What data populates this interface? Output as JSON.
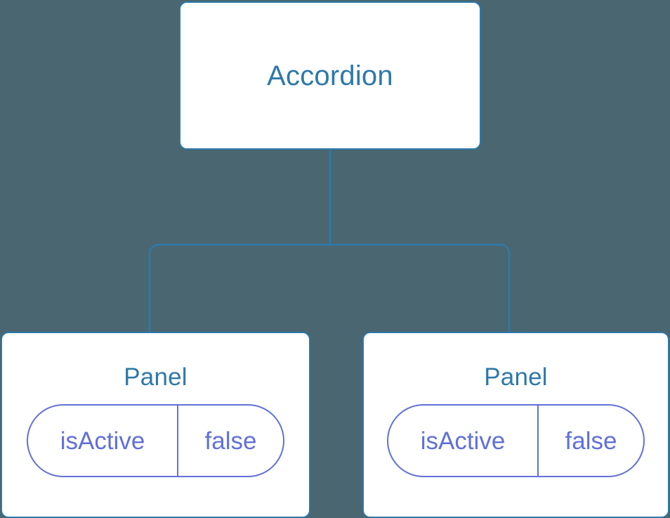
{
  "diagram": {
    "type": "component-tree",
    "background_color": "#4a6670",
    "node_border_color": "#2e79a8",
    "node_fill_color": "#ffffff",
    "title_color": "#2e79a8",
    "prop_color": "#6170d8",
    "edge_color": "#2e79a8",
    "root": {
      "label": "Accordion"
    },
    "children": [
      {
        "label": "Panel",
        "props": [
          {
            "key": "isActive",
            "value": "false"
          }
        ]
      },
      {
        "label": "Panel",
        "props": [
          {
            "key": "isActive",
            "value": "false"
          }
        ]
      }
    ]
  }
}
